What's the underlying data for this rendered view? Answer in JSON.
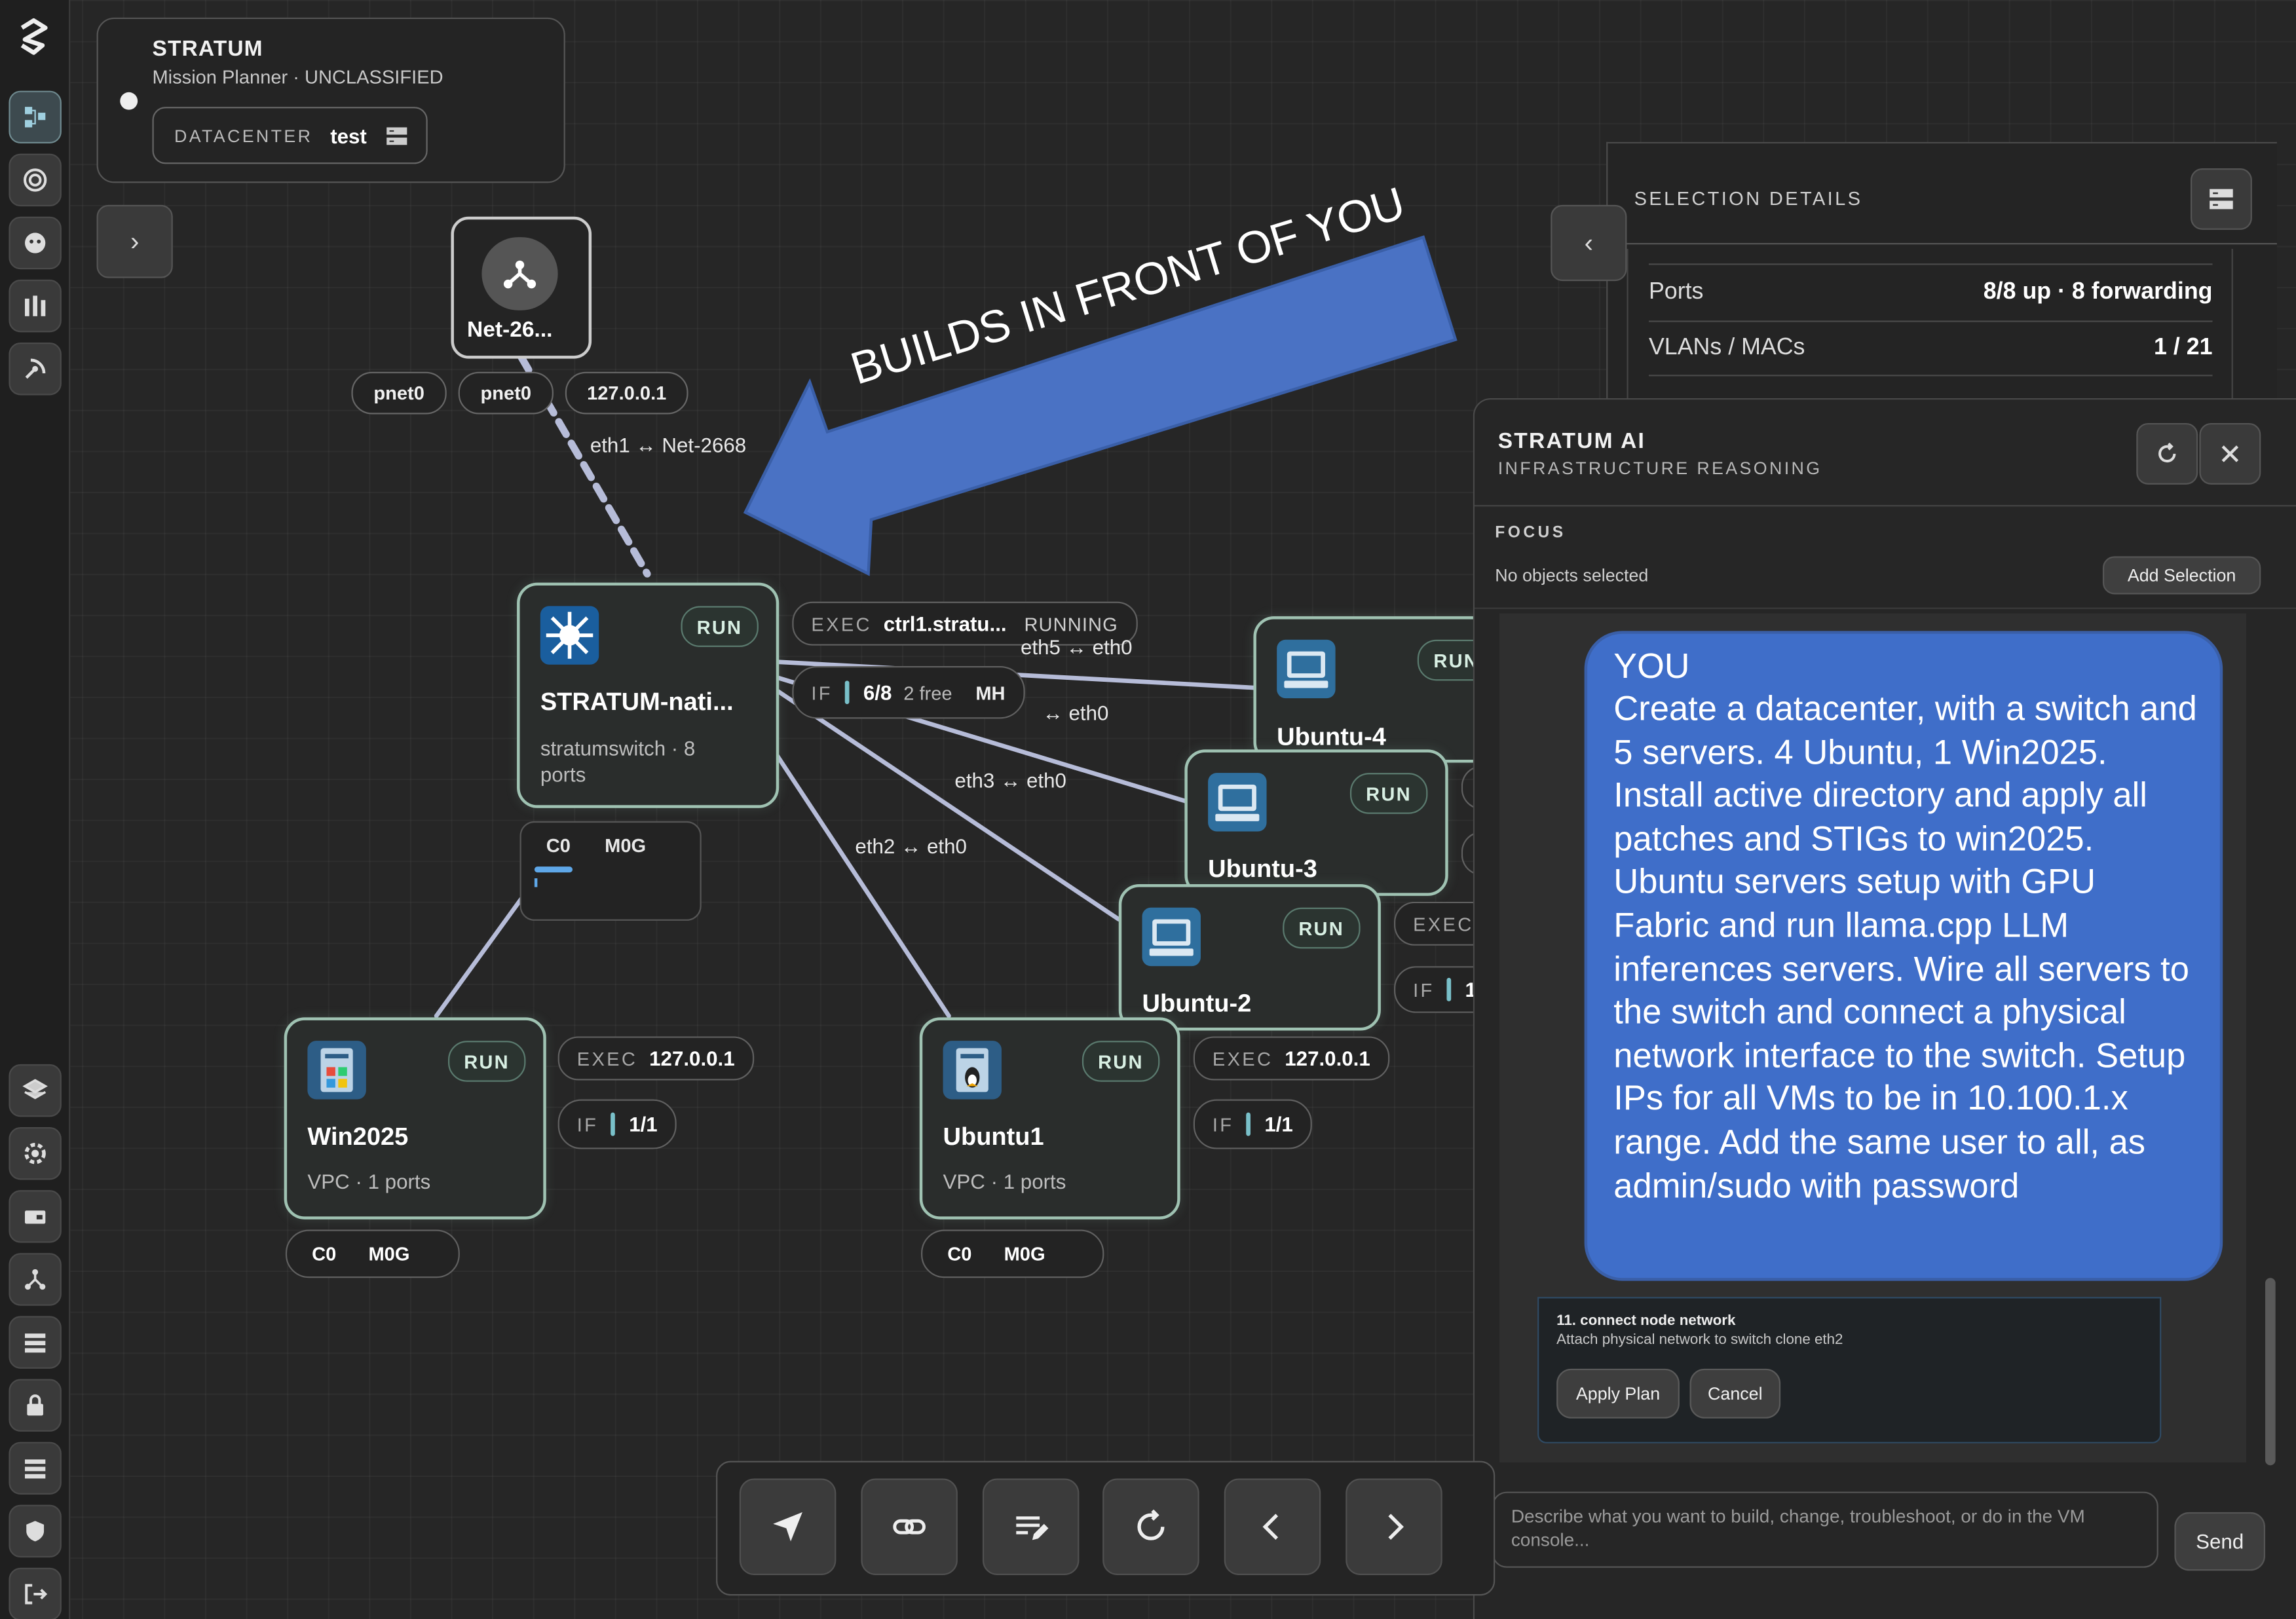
{
  "header": {
    "app_name": "STRATUM",
    "subtitle": "Mission Planner · UNCLASSIFIED",
    "datacenter_label": "DATACENTER",
    "datacenter_value": "test"
  },
  "canvas": {
    "net_node": {
      "title": "Net-26..."
    },
    "net_ports": [
      "pnet0",
      "pnet0",
      "127.0.0.1"
    ],
    "edges": [
      "eth1 ↔ Net-2668",
      "eth5 ↔ eth0",
      "↔ eth0",
      "eth3 ↔ eth0",
      "eth2 ↔ eth0"
    ],
    "switch_node": {
      "title": "STRATUM-nati...",
      "subtitle": "stratumswitch · 8 ports",
      "status": "RUN"
    },
    "switch_exec": {
      "key": "EXEC",
      "value": "ctrl1.stratu...",
      "state": "RUNNING"
    },
    "switch_if": {
      "key": "IF",
      "value": "6/8",
      "free": "2 free",
      "extra": "MH"
    },
    "switch_res": {
      "cpu": "C0",
      "mem": "M0G"
    },
    "nodes": [
      {
        "title": "Ubuntu-4",
        "status": "RUN"
      },
      {
        "title": "Ubuntu-3",
        "status": "RUN"
      },
      {
        "title": "Ubuntu-2",
        "status": "RUN"
      },
      {
        "title": "Win2025",
        "subtitle": "VPC · 1 ports",
        "status": "RUN",
        "exec_key": "EXEC",
        "exec_value": "127.0.0.1",
        "if_key": "IF",
        "if_value": "1/1",
        "cpu": "C0",
        "mem": "M0G"
      },
      {
        "title": "Ubuntu1",
        "subtitle": "VPC · 1 ports",
        "status": "RUN",
        "exec_key": "EXEC",
        "exec_value": "127.0.0.1",
        "if_key": "IF",
        "if_value": "1/1",
        "cpu": "C0",
        "mem": "M0G"
      }
    ],
    "ubuntu2_exec_key": "EXEC",
    "ubuntu2_if_key": "IF",
    "ubuntu2_if_partial": "1"
  },
  "annotation": {
    "text": "BUILDS IN FRONT OF YOU",
    "color": "#4a72c4"
  },
  "selection_details": {
    "title": "SELECTION DETAILS",
    "rows": [
      {
        "label": "Ports",
        "value": "8/8 up · 8 forwarding"
      },
      {
        "label": "VLANs / MACs",
        "value": "1 / 21"
      }
    ]
  },
  "ai_panel": {
    "title": "STRATUM AI",
    "subtitle": "INFRASTRUCTURE REASONING",
    "focus_label": "FOCUS",
    "focus_value": "No objects selected",
    "add_selection": "Add Selection",
    "message": {
      "author": "YOU",
      "text": "Create a datacenter, with a switch and 5 servers. 4 Ubuntu, 1 Win2025. Install active directory and apply all patches and STIGs to win2025. Ubuntu servers setup with GPU Fabric and run llama.cpp LLM inferences servers. Wire all servers to the switch and connect a physical network interface to the switch. Setup IPs for all VMs to be in 10.100.1.x range. Add the same user to all, as admin/sudo with password"
    },
    "plan_step": {
      "title": "11. connect node network",
      "detail": "Attach physical network to switch clone eth2"
    },
    "apply_label": "Apply Plan",
    "cancel_label": "Cancel",
    "input_placeholder": "Describe what you want to build, change, troubleshoot, or do in the VM console...",
    "send_label": "Send"
  },
  "colors": {
    "accent_node_border": "#9fc2b2",
    "chat_bubble": "#3f6ec9",
    "edge": "#b9bfdc"
  }
}
